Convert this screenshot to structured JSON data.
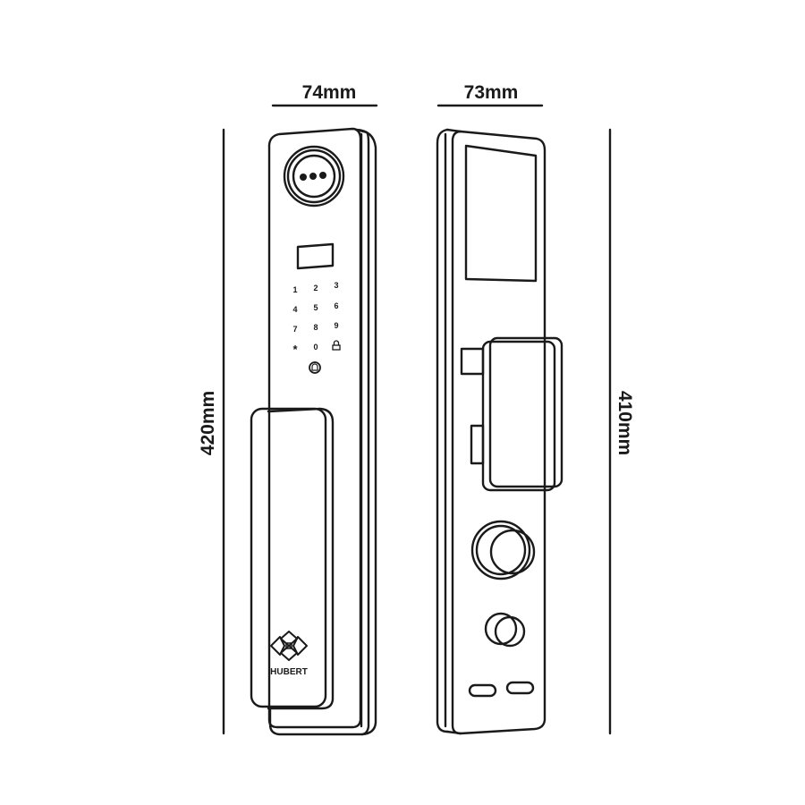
{
  "dimensions": {
    "front_width": "74mm",
    "side_width": "73mm",
    "front_height": "420mm",
    "side_height": "410mm"
  },
  "keypad": {
    "keys": [
      "1",
      "2",
      "3",
      "4",
      "5",
      "6",
      "7",
      "8",
      "9",
      "*",
      "0",
      "lock"
    ],
    "icons": [
      "lock-icon",
      "bell-icon"
    ]
  },
  "brand": "HUBERT",
  "colors": {
    "line": "#1a1a1a",
    "background": "#ffffff"
  }
}
